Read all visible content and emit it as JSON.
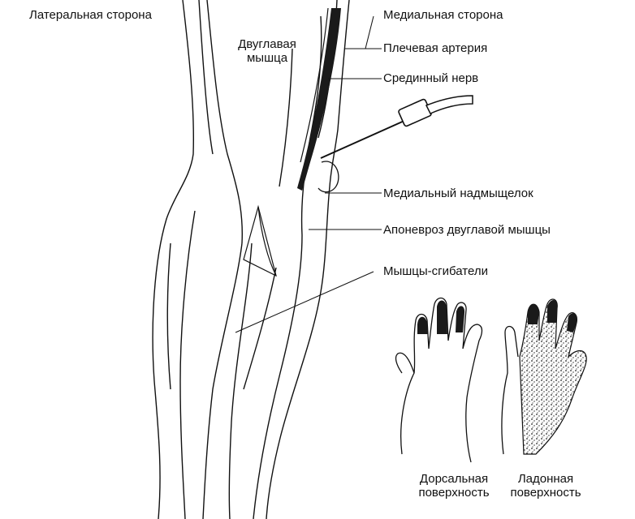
{
  "labels": {
    "lateral_side": "Латеральная сторона",
    "medial_side": "Медиальная сторона",
    "biceps_line1": "Двуглавая",
    "biceps_line2": "мышца",
    "brachial_artery": "Плечевая артерия",
    "median_nerve": "Срединный нерв",
    "medial_epicondyle": "Медиальный надмыщелок",
    "biceps_aponeurosis": "Апоневроз двуглавой мышцы",
    "flexor_muscles": "Мышцы-сгибатели",
    "dorsal_line1": "Дорсальная",
    "dorsal_line2": "поверхность",
    "palmar_line1": "Ладонная",
    "palmar_line2": "поверхность"
  },
  "colors": {
    "ink": "#111111",
    "background": "#ffffff",
    "shading": "#2a2a2a"
  }
}
